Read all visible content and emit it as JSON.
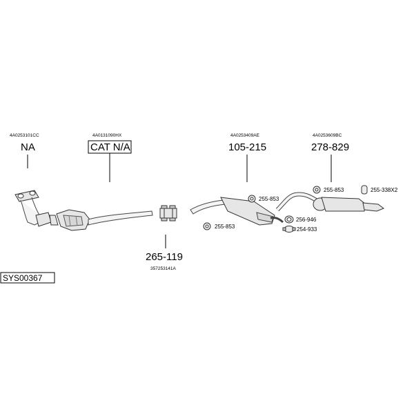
{
  "system_id": "SYS00367",
  "parts": {
    "front_pipe": {
      "oem": "4A0253101CC",
      "number": "NA"
    },
    "catalyst": {
      "oem": "4A0131090HX",
      "number": "CAT N/A"
    },
    "clamp": {
      "oem": "357253141A",
      "number": "265-119"
    },
    "middle_silencer": {
      "oem": "4A0253409AE",
      "number": "105-215"
    },
    "rear_silencer": {
      "oem": "4A0253609BC",
      "number": "278-829"
    }
  },
  "accessories": {
    "mount_middle_top": "255-853",
    "mount_middle_bottom": "255-853",
    "mount_rear": "255-853",
    "mount_rear_end": "255-338X2",
    "ring": "256-946",
    "clamp_small": "254-933"
  }
}
